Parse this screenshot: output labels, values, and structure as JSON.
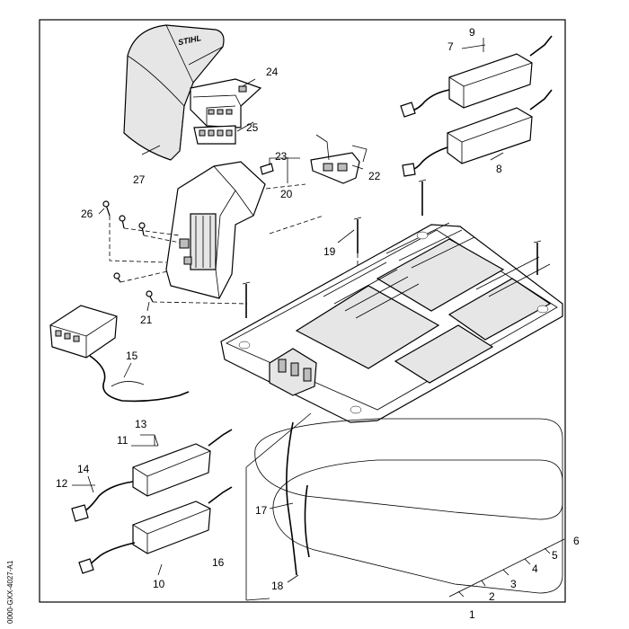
{
  "diagram": {
    "brand_text": "STIHL",
    "side_code": "0000-GXX-4027-A1",
    "callouts": {
      "c1": "1",
      "c2": "2",
      "c3": "3",
      "c4": "4",
      "c5": "5",
      "c6": "6",
      "c7": "7",
      "c8": "8",
      "c9": "9",
      "c10": "10",
      "c11": "11",
      "c12": "12",
      "c13": "13",
      "c14": "14",
      "c15": "15",
      "c16": "16",
      "c17": "17",
      "c18": "18",
      "c19": "19",
      "c20": "20",
      "c21": "21",
      "c22": "22",
      "c23": "23",
      "c24": "24",
      "c25": "25",
      "c26": "26",
      "c27": "27"
    }
  }
}
